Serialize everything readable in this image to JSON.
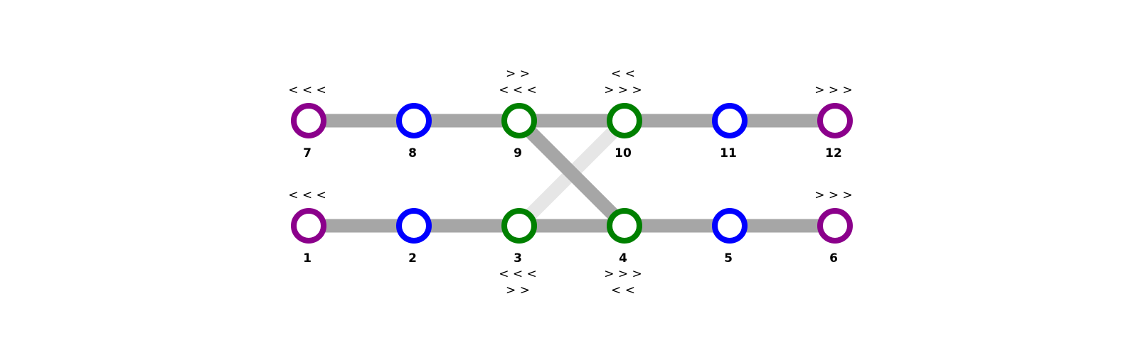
{
  "colors": {
    "edge": "#a6a6a6",
    "edge_light": "#e6e6e6",
    "purple": "#8b008b",
    "blue": "#0000ff",
    "green": "#008000"
  },
  "nodes": [
    {
      "id": "1",
      "label": "1",
      "color": "purple",
      "annotations": [
        "< < <"
      ]
    },
    {
      "id": "2",
      "label": "2",
      "color": "blue",
      "annotations": []
    },
    {
      "id": "3",
      "label": "3",
      "color": "green",
      "annotations": [
        "< < <",
        "> >"
      ]
    },
    {
      "id": "4",
      "label": "4",
      "color": "green",
      "annotations": [
        "> > >",
        "< <"
      ]
    },
    {
      "id": "5",
      "label": "5",
      "color": "blue",
      "annotations": []
    },
    {
      "id": "6",
      "label": "6",
      "color": "purple",
      "annotations": [
        "> > >"
      ]
    },
    {
      "id": "7",
      "label": "7",
      "color": "purple",
      "annotations": [
        "< < <"
      ]
    },
    {
      "id": "8",
      "label": "8",
      "color": "blue",
      "annotations": []
    },
    {
      "id": "9",
      "label": "9",
      "color": "green",
      "annotations": [
        "> >",
        "< < <"
      ]
    },
    {
      "id": "10",
      "label": "10",
      "color": "green",
      "annotations": [
        "< <",
        "> > >"
      ]
    },
    {
      "id": "11",
      "label": "11",
      "color": "blue",
      "annotations": []
    },
    {
      "id": "12",
      "label": "12",
      "color": "purple",
      "annotations": [
        "> > >"
      ]
    }
  ],
  "edges": [
    {
      "from": "1",
      "to": "2",
      "style": "edge"
    },
    {
      "from": "2",
      "to": "3",
      "style": "edge"
    },
    {
      "from": "3",
      "to": "4",
      "style": "edge"
    },
    {
      "from": "4",
      "to": "5",
      "style": "edge"
    },
    {
      "from": "5",
      "to": "6",
      "style": "edge"
    },
    {
      "from": "7",
      "to": "8",
      "style": "edge"
    },
    {
      "from": "8",
      "to": "9",
      "style": "edge"
    },
    {
      "from": "9",
      "to": "10",
      "style": "edge"
    },
    {
      "from": "10",
      "to": "11",
      "style": "edge"
    },
    {
      "from": "11",
      "to": "12",
      "style": "edge"
    },
    {
      "from": "3",
      "to": "10",
      "style": "edge_light"
    },
    {
      "from": "9",
      "to": "4",
      "style": "edge"
    }
  ]
}
